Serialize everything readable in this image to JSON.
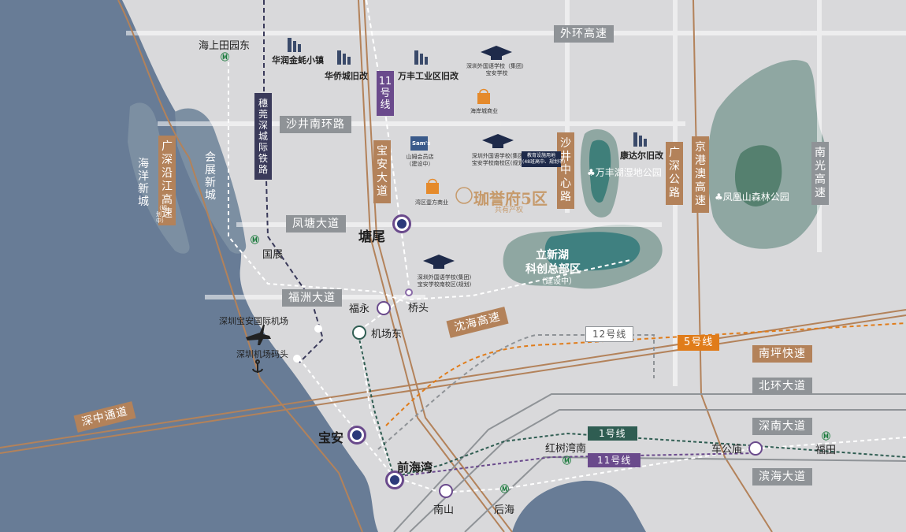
{
  "roads": {
    "outer_ring": "外环高速",
    "shajing_south_ring": "沙井南环路",
    "fengtang": "凤塘大道",
    "fuzhou": "福洲大道",
    "yanhai": "沈海高速",
    "shenzhong": "深中通道",
    "nanping": "南坪快速",
    "beihuan": "北环大道",
    "shennan": "深南大道",
    "binhai": "滨海大道",
    "guangshen_yanjiang": "广深沿江高速",
    "baoan": "宝安大道",
    "shajing_center": "沙井中心路",
    "guangshen": "广深公路",
    "jinggang_ao": "京港澳高速",
    "nanguang": "南光高速",
    "suiguan_rail": "穗莞深城际铁路"
  },
  "metro": {
    "line11": "11号线",
    "line12": "12号线",
    "line5": "5号线",
    "line1": "1号线",
    "line11b": "11号线"
  },
  "stations": {
    "haishang": "海上田园东",
    "guozhan": "国展",
    "tangwei": "塘尾",
    "fuyong": "福永",
    "qiaotou": "桥头",
    "jichangdong": "机场东",
    "baoan": "宝安",
    "qianhaiwan": "前海湾",
    "nanshan": "南山",
    "houhai": "后海",
    "hongshuwannan": "红树湾南",
    "chegongmiao": "车公庙",
    "futian": "福田"
  },
  "pois": {
    "huarun": "华润金蚝小镇",
    "huaqiao": "华侨城旧改",
    "wanfeng": "万丰工业区旧改",
    "school1a": "深圳外国语学校（集团）",
    "school1b": "宝安学校",
    "haian": "海岸城商业",
    "sams_logo": "Sam's",
    "sams_a": "山姆会员店",
    "sams_b": "（建设中）",
    "school2a": "深圳外国语学校(集团)",
    "school2b": "宝安学校南校区(规划)",
    "edu_badge_a": "教育设施用地",
    "edu_badge_b": "(48班高中、规划中)",
    "kangdaer": "康达尔旧改",
    "wanfeng_wetland": "万丰湖湿地公园",
    "fenghuang": "凤凰山森林公园",
    "wanqu": "湾区壹方商业",
    "project_name": "珈誉府5区",
    "project_sub": "共有产权",
    "lixinhu_a": "立新湖",
    "lixinhu_b": "科创总部区",
    "lixinhu_c": "（建设中）",
    "school3a": "深圳外国语学校(集团)",
    "school3b": "宝安学校南校区(规划)",
    "haiyang_a": "海洋新城",
    "haiyang_b": "（规划中）",
    "huizhan": "会展新城",
    "airport": "深圳宝安国际机场",
    "airport_pier": "深圳机场码头"
  },
  "colors": {
    "sea": "#687c96",
    "land": "#d9d9db",
    "road_brown": "#b3825a",
    "road_grey": "#8f9397",
    "line11": "#6a4a8c",
    "line1": "#2f5d52",
    "line5": "#e07c1a",
    "park": "#7fa19c"
  }
}
